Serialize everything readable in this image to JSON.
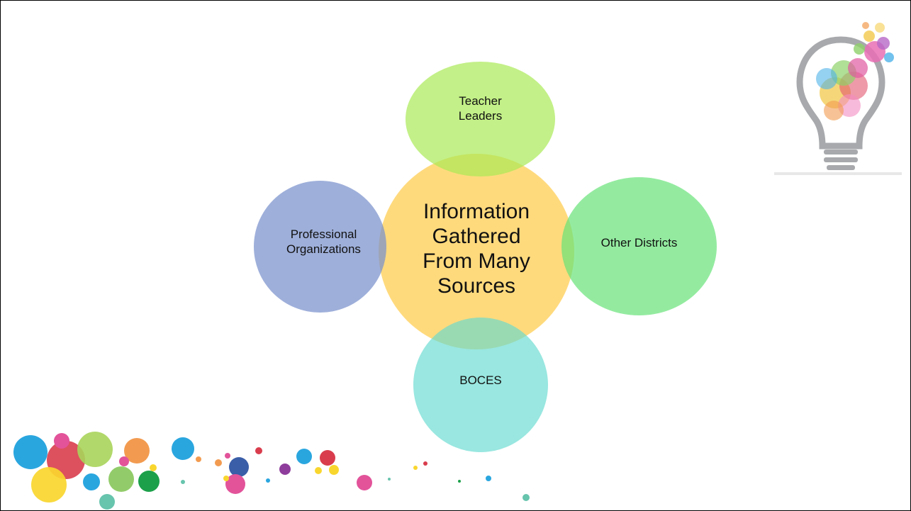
{
  "diagram": {
    "center": {
      "label": "Information\nGathered\nFrom Many\nSources",
      "color": "#ffcf58"
    },
    "satellites": {
      "top": {
        "label": "Teacher\nLeaders",
        "color": "#aaea55"
      },
      "left": {
        "label": "Professional\nOrganizations",
        "color": "#7890cc"
      },
      "right": {
        "label": "Other Districts",
        "color": "#66e278"
      },
      "bottom": {
        "label": "BOCES",
        "color": "#64dad0"
      }
    }
  },
  "decorations": {
    "logo": "lightbulb-icon",
    "bottom_left": "colored-dots-decoration"
  }
}
